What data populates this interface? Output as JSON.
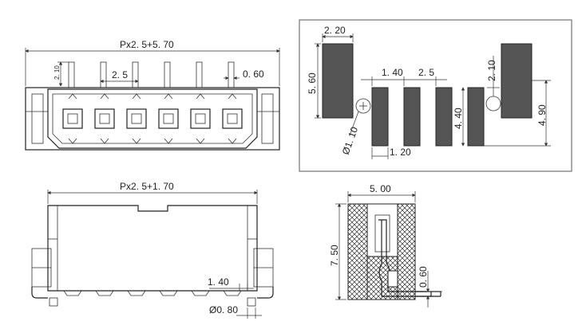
{
  "front_view": {
    "overall_width": "Px2. 5+5. 70",
    "pin_pitch": "2. 5",
    "pin_height": "2. 10",
    "pin_width": "0. 60"
  },
  "footprint": {
    "mount_pad_width": "2. 20",
    "mount_pad_height": "5. 60",
    "pad_pitch_a": "1. 40",
    "pad_pitch_b": "2. 5",
    "peg_offset": "2. 10",
    "pad_length": "4. 40",
    "span": "4. 90",
    "peg_diameter": "Ø1. 10",
    "pad_width": "1. 20"
  },
  "bottom_view": {
    "overall_width": "Px2. 5+1. 70",
    "pin_spacing": "1. 40",
    "peg_diameter": "Ø0. 80"
  },
  "side_view": {
    "depth": "5. 00",
    "height": "7. 50",
    "lead_thickness": "0. 60"
  }
}
